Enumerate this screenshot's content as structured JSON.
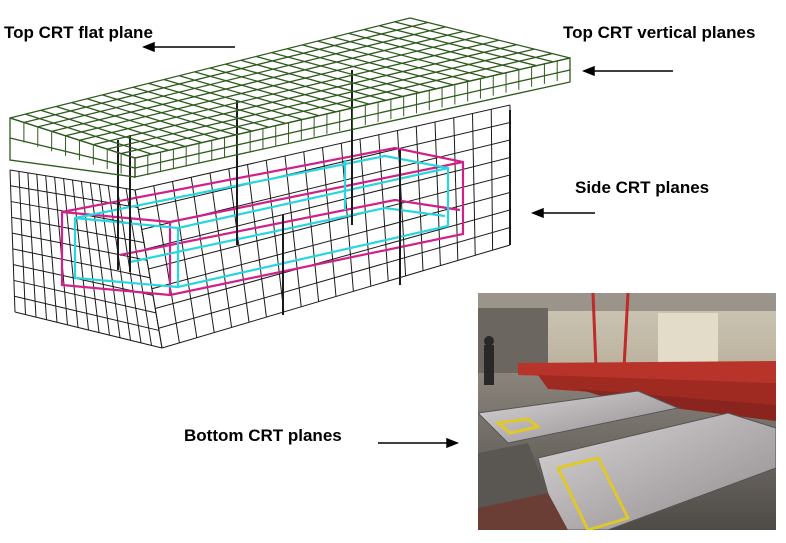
{
  "labels": {
    "top_flat": "Top CRT flat plane",
    "top_vertical": "Top CRT vertical planes",
    "side": "Side CRT planes",
    "bottom": "Bottom CRT planes"
  },
  "colors": {
    "top_plane_green": "#2f5a1e",
    "wireframe_black": "#1a1a1a",
    "cryostat_magenta": "#d0208a",
    "cryostat_cyan": "#28d6e0",
    "photo_red_modules": "#b8342a",
    "photo_yellow_tape": "#e0c82a"
  }
}
